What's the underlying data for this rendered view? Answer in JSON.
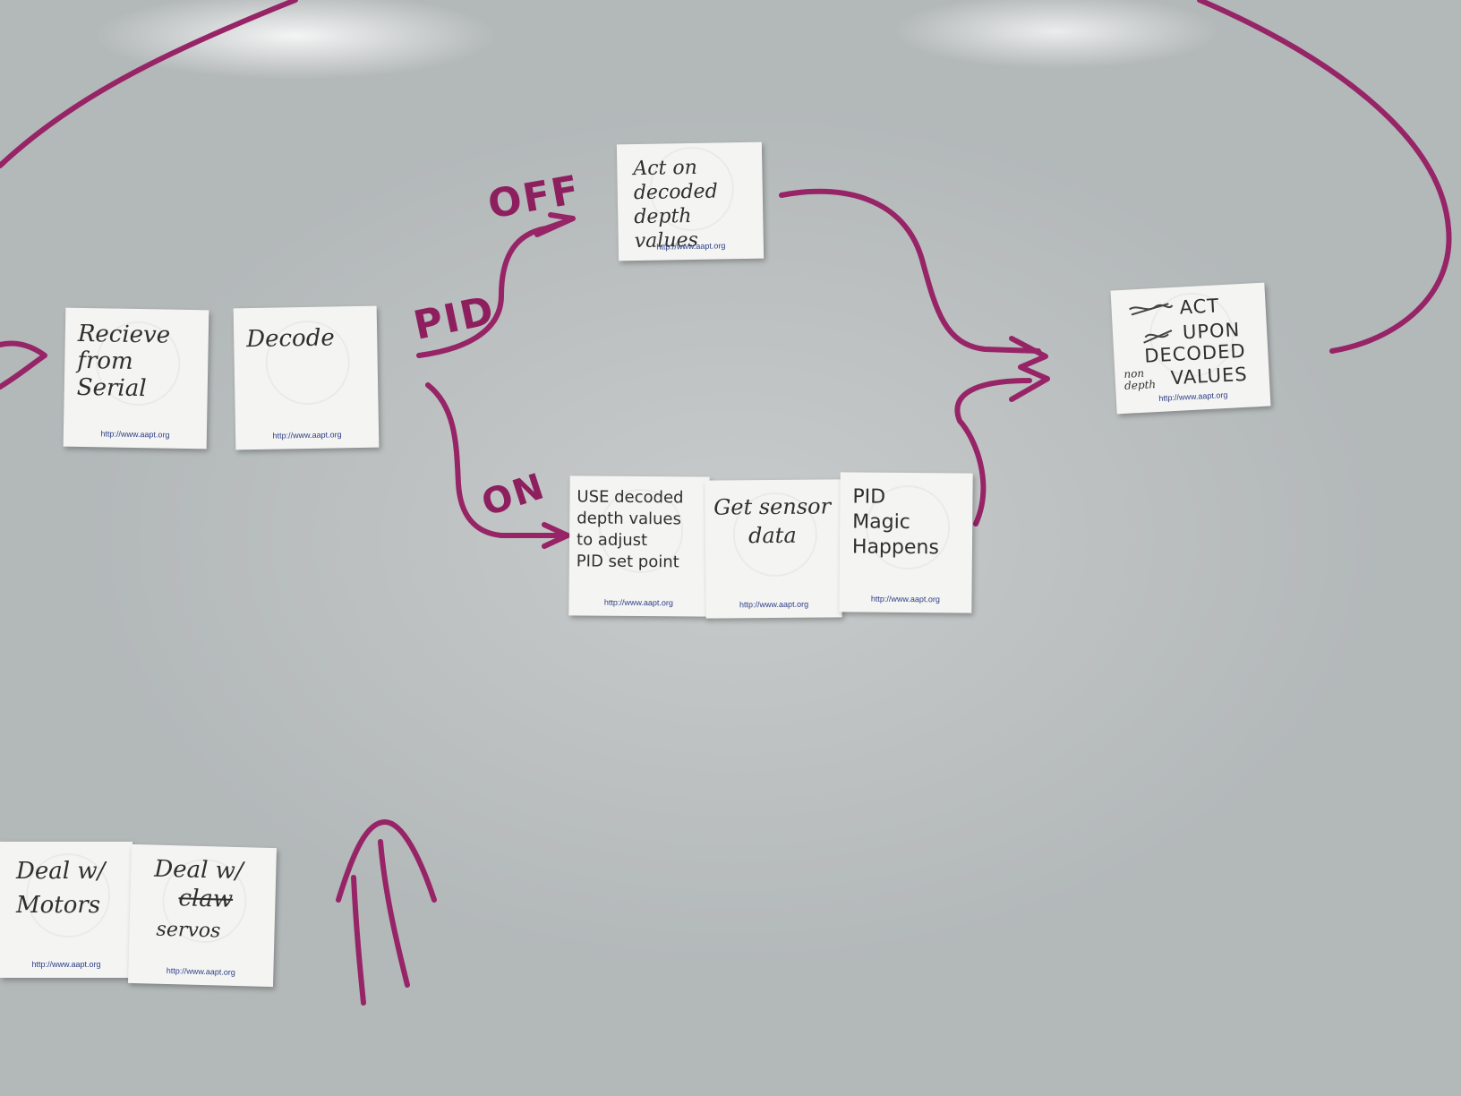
{
  "notes": {
    "receive": {
      "text": "Recieve\nfrom\nSerial",
      "url": "http://www.aapt.org"
    },
    "decode": {
      "text": "Decode",
      "url": "http://www.aapt.org"
    },
    "act_on": {
      "text": "Act on\ndecoded\ndepth values",
      "url": "http://www.aapt.org"
    },
    "use_decoded": {
      "text": "USE decoded\ndepth values\nto adjust\nPID set point",
      "url": "http://www.aapt.org"
    },
    "get_sensor": {
      "text": "Get sensor\ndata",
      "url": "http://www.aapt.org"
    },
    "pid_magic": {
      "text": "PID\nMagic\nHappens",
      "url": "http://www.aapt.org"
    },
    "act_upon": {
      "line1": "ACT",
      "line2": "UPON",
      "line3": "DECODED",
      "line4": "VALUES",
      "insert": "non\ndepth",
      "url": "http://www.aapt.org"
    },
    "motors": {
      "text": "Deal w/\nMotors",
      "url": "http://www.aapt.org"
    },
    "servos": {
      "line1": "Deal w/",
      "struck": "claw",
      "line3": "servos",
      "url": "http://www.aapt.org"
    }
  },
  "marker_labels": {
    "pid": "PID",
    "off": "OFF",
    "on": "ON"
  },
  "colors": {
    "marker": "#962466",
    "note": "#f4f4f2",
    "board": "#bcc0c1",
    "url_text": "#2c3d88"
  }
}
